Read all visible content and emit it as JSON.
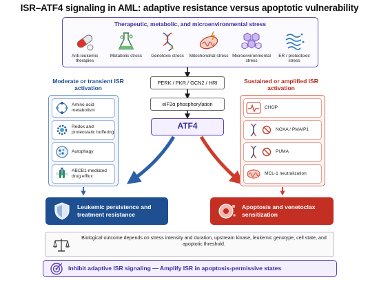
{
  "title": "ISR–ATF4 signaling in AML: adaptive resistance versus apoptotic vulnerability",
  "stress": {
    "heading": "Therapeutic, metabolic, and microenvironmental stress",
    "items": [
      {
        "label": "Anti-leukemic therapies",
        "icon": "pill-icon"
      },
      {
        "label": "Metabolic stress",
        "icon": "flask-icon"
      },
      {
        "label": "Genotoxic stress",
        "icon": "dna-icon"
      },
      {
        "label": "Mitochondrial stress",
        "icon": "mitochondria-icon"
      },
      {
        "label": "Microenvironmental stress",
        "icon": "hexagon-network-icon"
      },
      {
        "label": "ER / proteotoxic stress",
        "icon": "er-icon"
      }
    ]
  },
  "pathway": {
    "kinases": "PERK / PKR / GCN2 / HRI",
    "phospho": "eIF2α phosphorylation",
    "hub": "ATF4"
  },
  "adaptive": {
    "heading": "Moderate or transient ISR activation",
    "items": [
      {
        "label": "Amino acid metabolism",
        "icon": "amino-acid-icon"
      },
      {
        "label": "Redox and proteostatic buffering",
        "icon": "gear-icon"
      },
      {
        "label": "Autophagy",
        "icon": "autophagy-icon"
      },
      {
        "label": "ABCB1-mediated drug efflux",
        "icon": "efflux-pump-icon"
      }
    ],
    "outcome": "Leukemic persistence and treatment resistance",
    "colors": {
      "accent": "#1d4f91"
    }
  },
  "apoptotic": {
    "heading": "Sustained or amplified ISR activation",
    "items": [
      {
        "label": "CHOP",
        "icon": "waveform-icon"
      },
      {
        "label": "NOXA / PMAIP1",
        "icon": "dna-icon"
      },
      {
        "label": "PUMA",
        "icon": "dna-icon"
      },
      {
        "label": "MCL-1 neutralization",
        "icon": "mitochondria-icon"
      }
    ],
    "outcome": "Apoptosis and venetoclax sensitization",
    "colors": {
      "accent": "#c32f22"
    }
  },
  "note": "Biological outcome depends on stress intensity and duration, upstream kinase, leukemic genotype, cell state, and apoptotic threshold.",
  "banner": "Inhibit adaptive ISR signaling — Amplify ISR in apoptosis-permissive states"
}
